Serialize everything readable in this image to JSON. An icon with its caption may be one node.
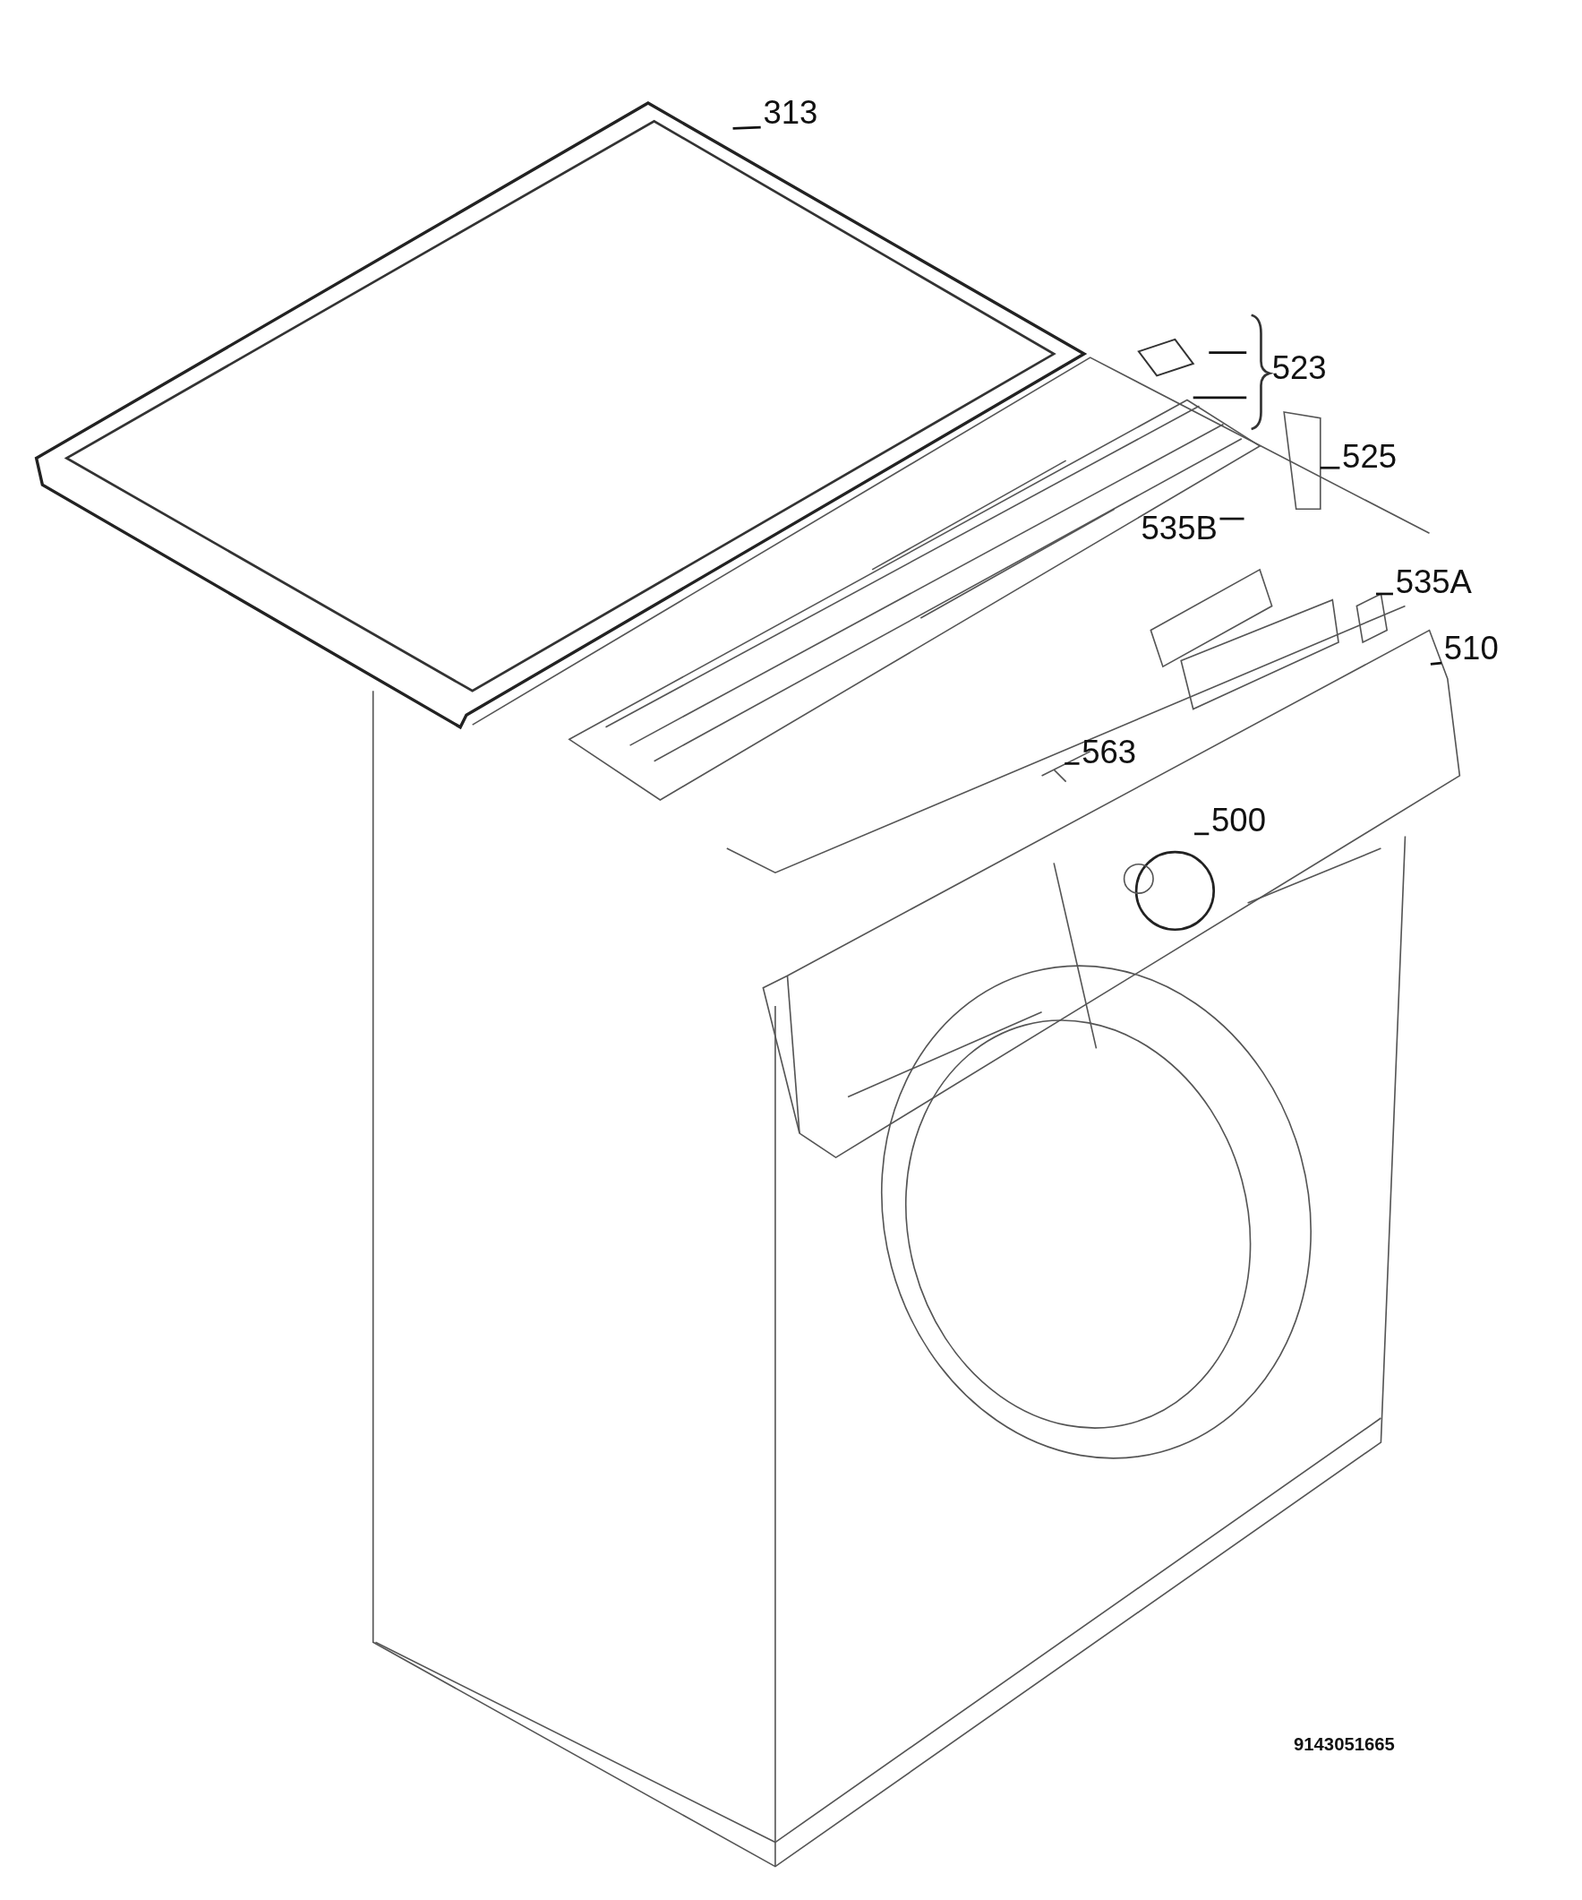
{
  "diagram": {
    "nodes": [
      {
        "text": [
          "313"
        ]
      },
      {
        "text": [
          "523"
        ]
      },
      {
        "text": [
          "525"
        ]
      },
      {
        "text": [
          "535B"
        ]
      },
      {
        "text": [
          "535A"
        ]
      },
      {
        "text": [
          "510"
        ]
      },
      {
        "text": [
          "563"
        ]
      },
      {
        "text": [
          "500"
        ]
      }
    ],
    "edges": [
      {
        "from": 0,
        "to": null,
        "arrow": "none"
      },
      {
        "from": 1,
        "to": null,
        "arrow": "none"
      },
      {
        "from": 1,
        "to": null,
        "arrow": "none"
      },
      {
        "from": 2,
        "to": null,
        "arrow": "none"
      },
      {
        "from": 3,
        "to": null,
        "arrow": "none"
      },
      {
        "from": 4,
        "to": null,
        "arrow": "none"
      },
      {
        "from": 5,
        "to": null,
        "arrow": "none"
      },
      {
        "from": 6,
        "to": null,
        "arrow": "none"
      },
      {
        "from": 7,
        "to": null,
        "arrow": "none"
      }
    ],
    "labels": [
      "9143051665"
    ]
  }
}
